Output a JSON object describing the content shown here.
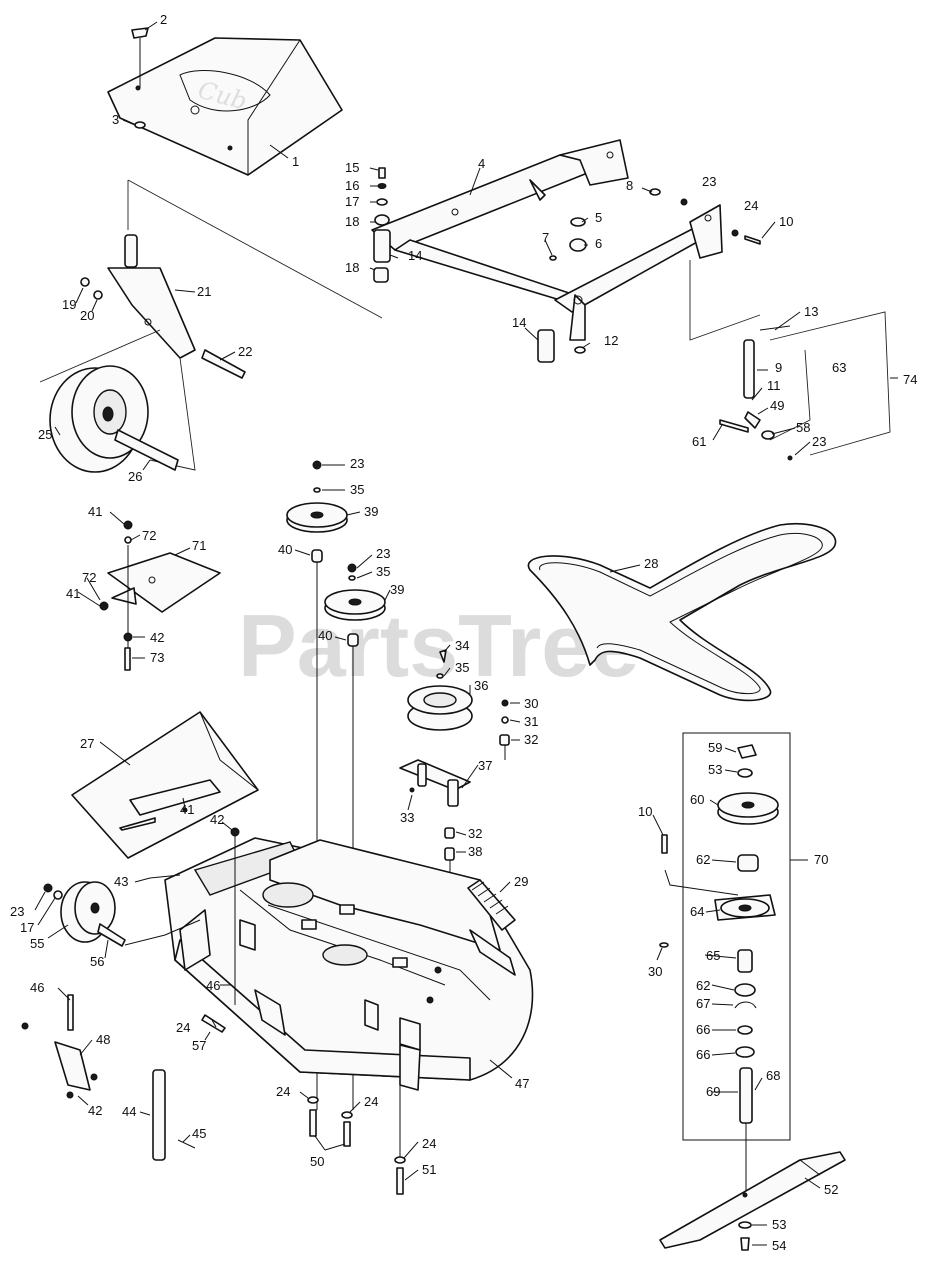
{
  "watermark": "PartsTree",
  "callouts": [
    "1",
    "2",
    "3",
    "4",
    "5",
    "6",
    "7",
    "8",
    "9",
    "10",
    "11",
    "12",
    "13",
    "14",
    "15",
    "16",
    "17",
    "18",
    "19",
    "20",
    "21",
    "22",
    "23",
    "24",
    "25",
    "26",
    "27",
    "28",
    "29",
    "30",
    "31",
    "32",
    "33",
    "34",
    "35",
    "36",
    "37",
    "38",
    "39",
    "40",
    "41",
    "42",
    "43",
    "44",
    "45",
    "46",
    "47",
    "48",
    "49",
    "50",
    "51",
    "52",
    "53",
    "54",
    "55",
    "56",
    "57",
    "58",
    "59",
    "60",
    "61",
    "62",
    "63",
    "64",
    "65",
    "66",
    "67",
    "68",
    "69",
    "70",
    "71",
    "72",
    "73",
    "74"
  ]
}
